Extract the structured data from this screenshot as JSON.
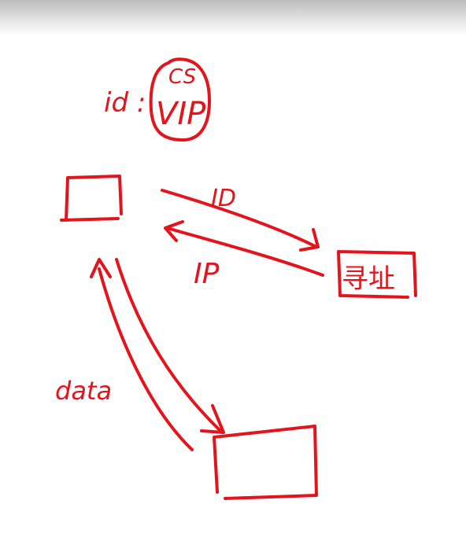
{
  "colors": {
    "ink": "#e3141b",
    "background": "#ffffff"
  },
  "labels": {
    "id_label": "id :",
    "cs": "CS",
    "vip": "VIP",
    "id_arrow": "ID",
    "ip_arrow": "IP",
    "address_box": "寻址",
    "data_arrow": "data"
  }
}
